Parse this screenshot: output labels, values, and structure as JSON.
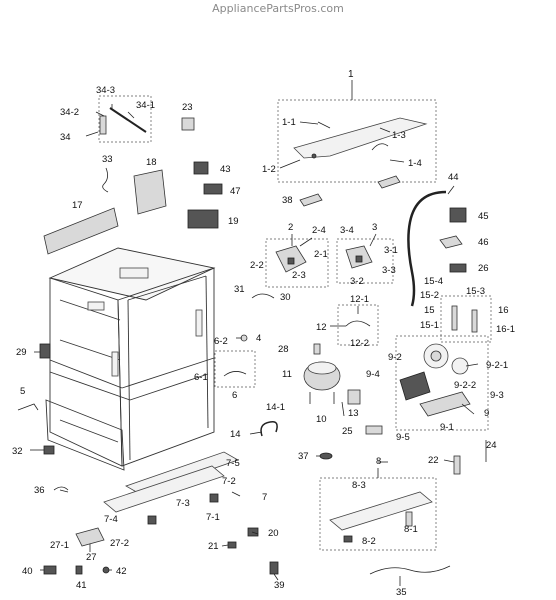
{
  "watermark": "AppliancePartsPros.com",
  "labels": {
    "l1": "1",
    "l1_1": "1-1",
    "l1_2": "1-2",
    "l1_3": "1-3",
    "l1_4": "1-4",
    "l2": "2",
    "l2_1": "2-1",
    "l2_2": "2-2",
    "l2_3": "2-3",
    "l2_4": "2-4",
    "l3": "3",
    "l3_1": "3-1",
    "l3_2": "3-2",
    "l3_3": "3-3",
    "l3_4": "3-4",
    "l4": "4",
    "l5": "5",
    "l6": "6",
    "l6_1": "6-1",
    "l6_2": "6-2",
    "l7": "7",
    "l7_1": "7-1",
    "l7_2": "7-2",
    "l7_3": "7-3",
    "l7_4": "7-4",
    "l7_5": "7-5",
    "l8": "8",
    "l8_1": "8-1",
    "l8_2": "8-2",
    "l8_3": "8-3",
    "l9": "9",
    "l9_1": "9-1",
    "l9_2": "9-2",
    "l9_2_1": "9-2-1",
    "l9_2_2": "9-2-2",
    "l9_3": "9-3",
    "l9_4": "9-4",
    "l9_5": "9-5",
    "l10": "10",
    "l11": "11",
    "l12": "12",
    "l12_1": "12-1",
    "l12_2": "12-2",
    "l13": "13",
    "l14": "14",
    "l14_1": "14-1",
    "l15": "15",
    "l15_1": "15-1",
    "l15_2": "15-2",
    "l15_3": "15-3",
    "l15_4": "15-4",
    "l16": "16",
    "l16_1": "16-1",
    "l17": "17",
    "l18": "18",
    "l19": "19",
    "l20": "20",
    "l21": "21",
    "l22": "22",
    "l23": "23",
    "l24": "24",
    "l25": "25",
    "l26": "26",
    "l27": "27",
    "l27_1": "27-1",
    "l27_2": "27-2",
    "l28": "28",
    "l29": "29",
    "l30": "30",
    "l31": "31",
    "l32": "32",
    "l33": "33",
    "l34": "34",
    "l34_1": "34-1",
    "l34_2": "34-2",
    "l34_3": "34-3",
    "l35": "35",
    "l36": "36",
    "l37": "37",
    "l38": "38",
    "l39": "39",
    "l40": "40",
    "l41": "41",
    "l42": "42",
    "l43": "43",
    "l44": "44",
    "l45": "45",
    "l46": "46",
    "l47": "47"
  }
}
